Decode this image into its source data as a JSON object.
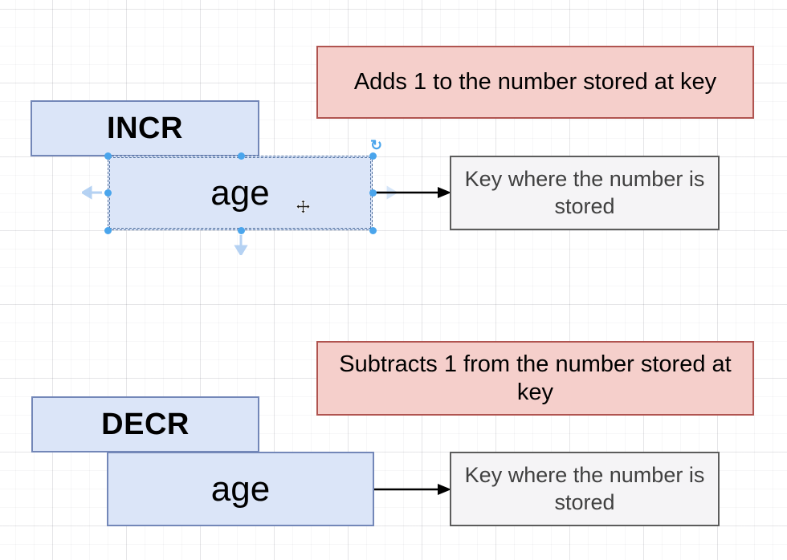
{
  "colors": {
    "blue_fill": "#dbe5f8",
    "blue_stroke": "#7387b8",
    "red_fill": "#f5cfcb",
    "red_stroke": "#b05450",
    "gray_fill": "#f5f4f6",
    "gray_stroke": "#5c5c5c",
    "text_black": "#000000",
    "text_gray": "#404040",
    "selection_blue": "#4aa5ec",
    "selection_dash": "#50709f",
    "hint_blue": "#a3c7f1",
    "arrow_black": "#000000"
  },
  "diagram": {
    "incr": {
      "command": "INCR",
      "key": "age",
      "key_selected": true,
      "description": "Adds 1 to the number stored at key",
      "key_note": "Key where the number is stored"
    },
    "decr": {
      "command": "DECR",
      "key": "age",
      "key_selected": false,
      "description": "Subtracts 1 from the number stored at key",
      "key_note": "Key where the number is stored"
    }
  },
  "icons": {
    "rotate": "↻"
  }
}
